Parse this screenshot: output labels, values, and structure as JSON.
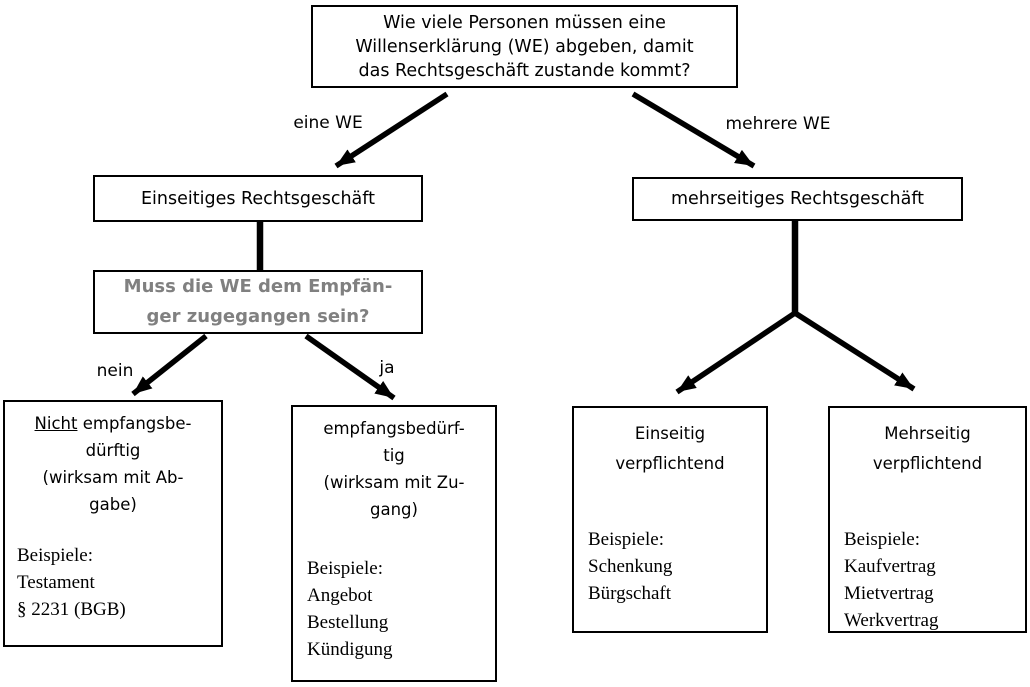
{
  "colors": {
    "background": "#ffffff",
    "box_border": "#000000",
    "arrow": "#000000",
    "muted_question_text": "#808080"
  },
  "root_question": {
    "line1": "Wie viele Personen müssen eine",
    "line2": "Willenserklärung (WE) abgeben, damit",
    "line3": "das Rechtsgeschäft zustande kommt?"
  },
  "branch_labels": {
    "one_we": "eine WE",
    "many_we": "mehrere WE",
    "no": "nein",
    "yes": "ja"
  },
  "level2": {
    "unilateral": "Einseitiges Rechtsgeschäft",
    "multilateral": "mehrseitiges Rechtsgeschäft"
  },
  "receipt_question": {
    "line1": "Muss die WE dem Empfän-",
    "line2": "ger zugegangen sein?"
  },
  "leaves": {
    "not_receipt_required": {
      "title_underlined": "Nicht",
      "title_line1_rest": " empfangsbe-",
      "title_line2": "dürftig",
      "title_line3": "(wirksam mit Ab-",
      "title_line4": "gabe)",
      "examples_label": "Beispiele:",
      "example1": "Testament",
      "example2": "§ 2231 (BGB)"
    },
    "receipt_required": {
      "title_line1": "empfangsbedürf-",
      "title_line2": "tig",
      "title_line3": "(wirksam mit Zu-",
      "title_line4": "gang)",
      "examples_label": "Beispiele:",
      "example1": "Angebot",
      "example2": "Bestellung",
      "example3": "Kündigung"
    },
    "unilaterally_obliging": {
      "title_line1": "Einseitig",
      "title_line2": "verpflichtend",
      "examples_label": "Beispiele:",
      "example1": "Schenkung",
      "example2": "Bürgschaft"
    },
    "multilaterally_obliging": {
      "title_line1": "Mehrseitig",
      "title_line2": "verpflichtend",
      "examples_label": "Beispiele:",
      "example1": "Kaufvertrag",
      "example2": "Mietvertrag",
      "example3": "Werkvertrag"
    }
  }
}
